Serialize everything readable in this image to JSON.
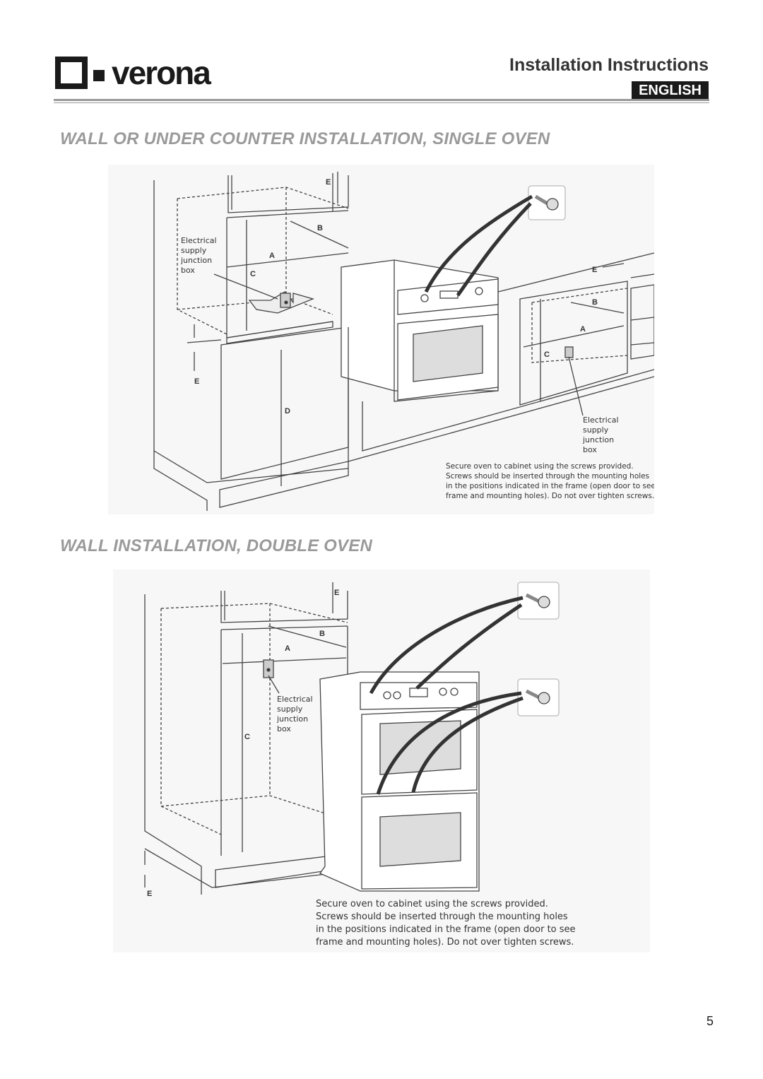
{
  "header": {
    "brand": "verona",
    "title": "Installation Instructions",
    "language": "ENGLISH"
  },
  "section1": {
    "title": "WALL OR UNDER COUNTER INSTALLATION, SINGLE OVEN",
    "labels": {
      "a": "A",
      "b": "B",
      "c": "C",
      "d": "D",
      "e": "E"
    },
    "junction_box_lines": [
      "Electrical",
      "supply",
      "junction",
      "box"
    ],
    "note_lines": [
      "Secure oven to cabinet using the screws provided.",
      "Screws should be inserted through the mounting holes",
      "in the positions indicated in the frame (open door to see",
      "frame and mounting holes). Do not over tighten screws."
    ]
  },
  "section2": {
    "title": "WALL INSTALLATION, DOUBLE OVEN",
    "labels": {
      "a": "A",
      "b": "B",
      "c": "C",
      "e": "E"
    },
    "junction_box_lines": [
      "Electrical",
      "supply",
      "junction",
      "box"
    ],
    "note_lines": [
      "Secure oven to cabinet using the screws provided.",
      "Screws should be inserted through the mounting holes",
      "in the positions indicated in the frame (open door to see",
      "frame and mounting holes). Do not over tighten screws."
    ]
  },
  "footer": {
    "page_number": "5"
  }
}
